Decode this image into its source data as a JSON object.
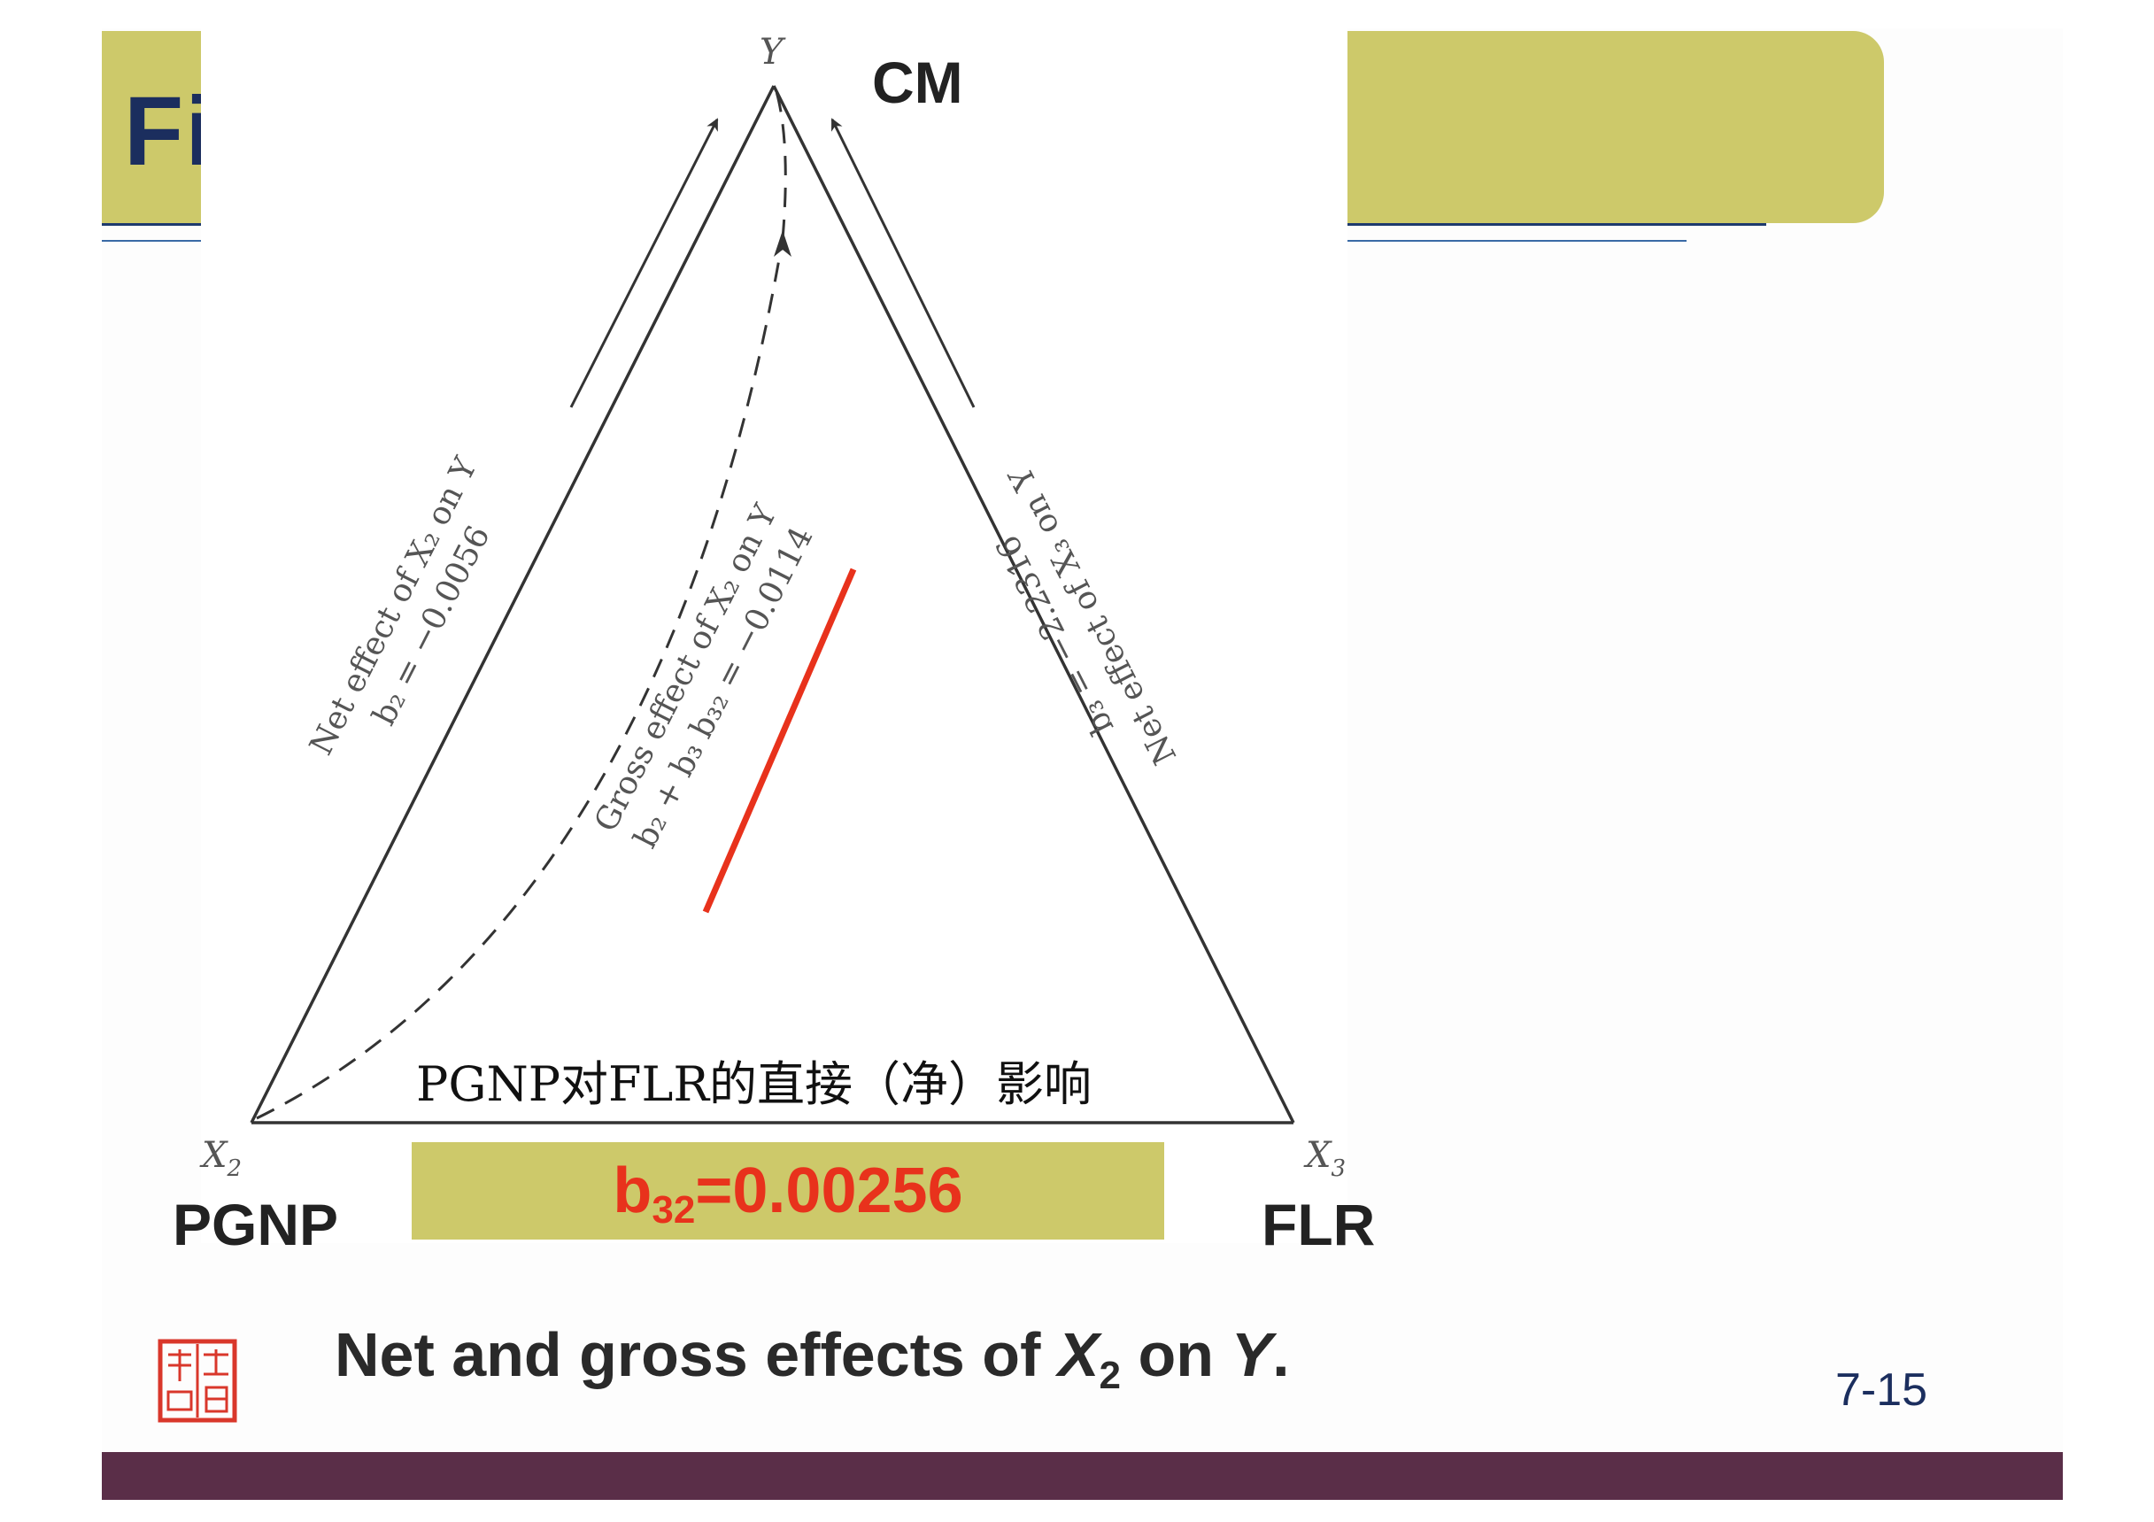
{
  "slide": {
    "title_visible": "Fi",
    "page_number": "7-15",
    "caption": {
      "prefix": "Net and gross effects of ",
      "var1": "X",
      "sub1": "2",
      "mid": " on ",
      "var2": "Y",
      "suffix": "."
    }
  },
  "diagram": {
    "vertex_top": "Y",
    "vertex_left": "X",
    "vertex_left_sub": "2",
    "vertex_right": "X",
    "vertex_right_sub": "3",
    "label_cm": "CM",
    "label_pgnp": "PGNP",
    "label_flr": "FLR",
    "net_x2_line1": "Net effect of X₂ on Y",
    "net_x2_line2": "b₂ = −0.0056",
    "gross_x2_line1": "Gross effect of X₂ on Y",
    "gross_x2_line2": "b₂ + b₃ b₃₂ = −0.0114",
    "net_x3_line1": "Net effect of X₃ on Y",
    "net_x3_line2": "b₃ = −2.2316",
    "chinese_label": "PGNP对FLR的直接（净）影响",
    "b32_prefix": "b",
    "b32_sub": "32",
    "b32_value": "=0.00256",
    "colors": {
      "highlight": "#e8321c",
      "accent_box": "#cdc96a",
      "title_text": "#1b2e5e",
      "footer": "#5a2e48",
      "lines": "#333333"
    }
  }
}
